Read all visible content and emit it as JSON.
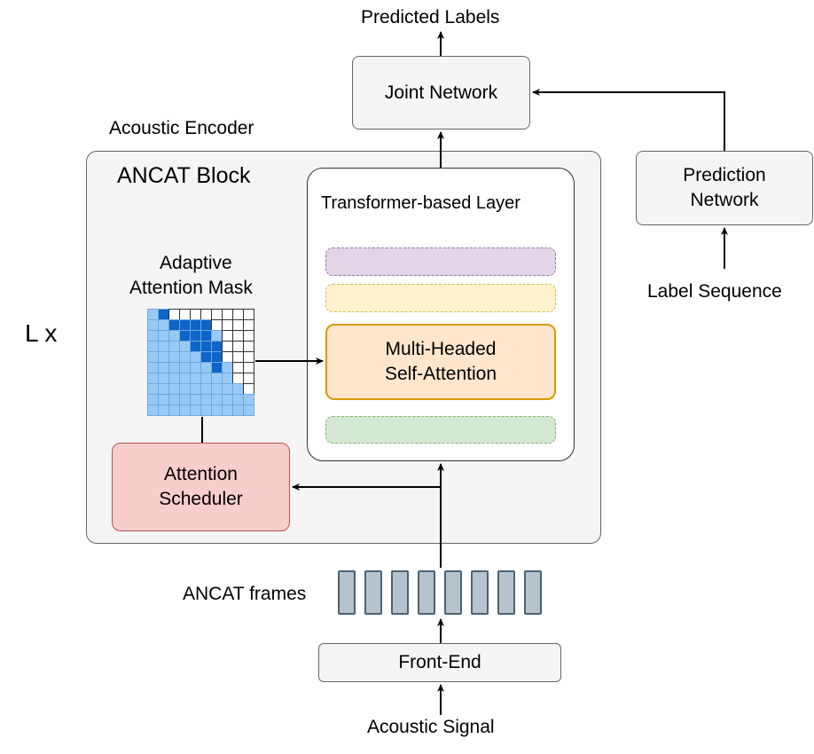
{
  "labels": {
    "predicted_labels": "Predicted Labels",
    "joint_network": "Joint Network",
    "acoustic_encoder": "Acoustic Encoder",
    "ancat_block": "ANCAT Block",
    "transformer_layer": "Transformer-based Layer",
    "adaptive_mask_line1": "Adaptive",
    "adaptive_mask_line2": "Attention Mask",
    "mhsa_line1": "Multi-Headed",
    "mhsa_line2": "Self-Attention",
    "scheduler_line1": "Attention",
    "scheduler_line2": "Scheduler",
    "l_x": "L x",
    "prediction_network_line1": "Prediction",
    "prediction_network_line2": "Network",
    "label_sequence": "Label Sequence",
    "ancat_frames": "ANCAT frames",
    "front_end": "Front-End",
    "acoustic_signal": "Acoustic Signal"
  },
  "mask_grid": {
    "rows": 10,
    "cols": 10,
    "cells": [
      "LDWWWWWWWW",
      "LLDDDDWWWW",
      "LLLDDDLWWW",
      "LLLLDDDWWW",
      "LLLLLDDWWW",
      "LLLLLLDLWW",
      "LLLLLLLLWW",
      "LLLLLLLLLW",
      "LLLLLLLLLL",
      "LLLLLLLLLL"
    ],
    "colors": {
      "L": "#99c9f5",
      "D": "#0f64c8",
      "W": "#ffffff"
    }
  },
  "frames": {
    "count": 8,
    "fill": "#b5c3cf",
    "stroke": "#4c6375"
  },
  "colors": {
    "dashed_purple": "#e1d5e7",
    "dashed_purple_border": "#9673a6",
    "dashed_yellow": "#fff2cc",
    "dashed_yellow_border": "#d6b656",
    "dashed_green": "#d5e8d4",
    "dashed_green_border": "#82b366"
  }
}
